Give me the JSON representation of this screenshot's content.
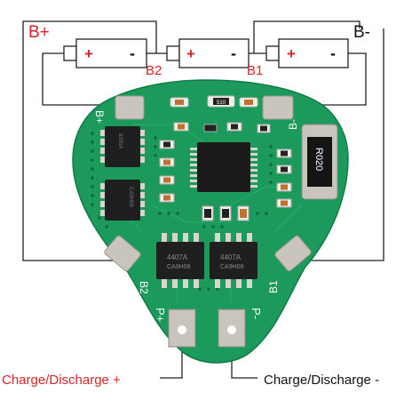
{
  "labels": {
    "b_plus": "B+",
    "b_minus": "B-",
    "b1": "B1",
    "b2": "B2",
    "charge_plus": "Charge/Discharge +",
    "charge_minus": "Charge/Discharge -"
  },
  "cells": [
    {
      "plus": "+",
      "minus": "-"
    },
    {
      "plus": "+",
      "minus": "-"
    },
    {
      "plus": "+",
      "minus": "-"
    }
  ],
  "pcb": {
    "pad_b_plus": "B+",
    "pad_b_minus": "B-",
    "pad_b2": "B2",
    "pad_b1": "B1",
    "pad_p_plus": "P+",
    "pad_p_minus": "P-",
    "resistor_r020": "R020",
    "mosfet_top": "8205A",
    "mosfet_top_code": "CA9H08",
    "mosfet_bottom_left": "4407A",
    "mosfet_bottom_left_code": "CA9H08",
    "mosfet_bottom_right": "4407A",
    "mosfet_bottom_right_code": "CA9H08",
    "small_resistor": "510"
  },
  "colors": {
    "pcb_green": "#1c9a5c",
    "wire": "#222222",
    "red_label": "#d8232a",
    "pad_silver": "#c9c4bd"
  }
}
